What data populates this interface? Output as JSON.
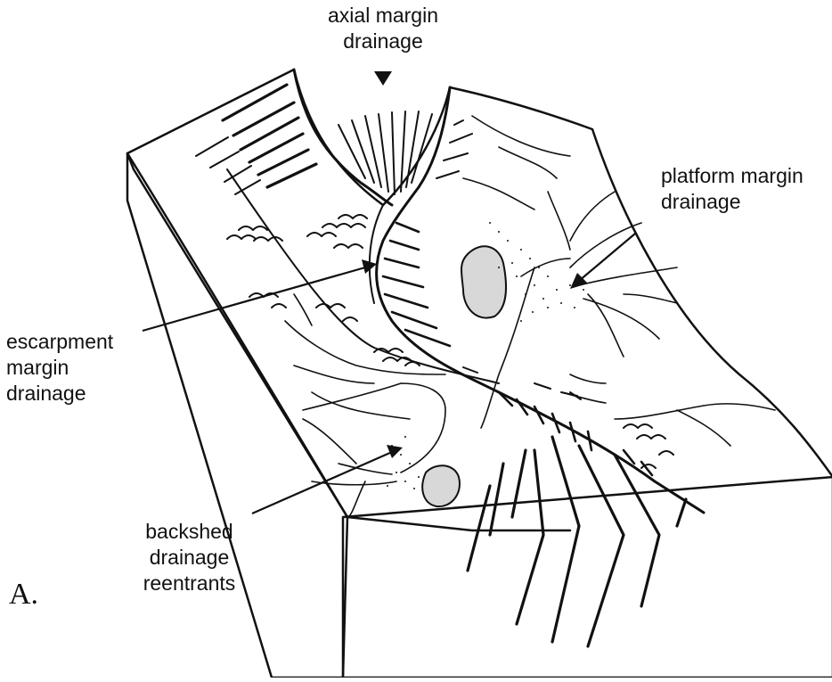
{
  "labels": {
    "axial": [
      "axial margin",
      "drainage"
    ],
    "platform": [
      "platform margin",
      "drainage"
    ],
    "escarpment": [
      "escarpment",
      "margin",
      "drainage"
    ],
    "backshed": [
      "backshed",
      "drainage",
      "reentrants"
    ]
  },
  "panel_label": "A.",
  "colors": {
    "ink": "#111111",
    "background": "#ffffff"
  }
}
